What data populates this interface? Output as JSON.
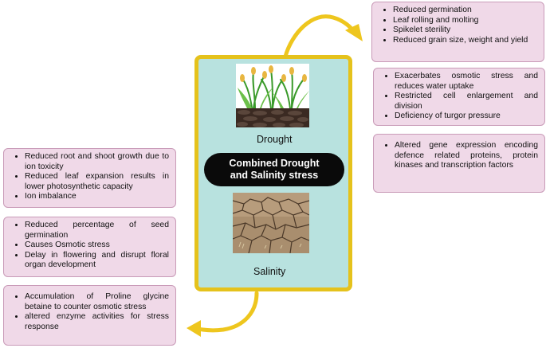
{
  "center": {
    "drought_label": "Drought",
    "salinity_label": "Salinity",
    "combined_label": "Combined Drought\nand Salinity stress"
  },
  "drought_effects": [
    {
      "items": [
        "Reduced germination",
        "Leaf rolling and molting",
        "Spikelet sterility",
        "Reduced grain size, weight and yield"
      ]
    },
    {
      "items": [
        "Exacerbates osmotic stress and reduces water uptake",
        "Restricted cell enlargement and division",
        "Deficiency of turgor pressure"
      ]
    },
    {
      "items": [
        "Altered gene expression encoding defence related proteins, protein kinases and transcription factors"
      ]
    }
  ],
  "salinity_effects": [
    {
      "items": [
        "Reduced root and shoot growth due to ion toxicity",
        "Reduced leaf expansion results in lower photosynthetic capacity",
        "Ion imbalance"
      ]
    },
    {
      "items": [
        "Reduced percentage of seed germination",
        "Causes Osmotic stress",
        "Delay in flowering and disrupt floral organ development"
      ]
    },
    {
      "items": [
        "Accumulation of Proline glycine betaine to counter osmotic stress",
        "altered enzyme activities for stress response"
      ]
    }
  ],
  "colors": {
    "box_fill": "#f0d9e8",
    "center_fill": "#b8e2df",
    "center_border": "#e5c21c",
    "arrow": "#eec61e"
  }
}
